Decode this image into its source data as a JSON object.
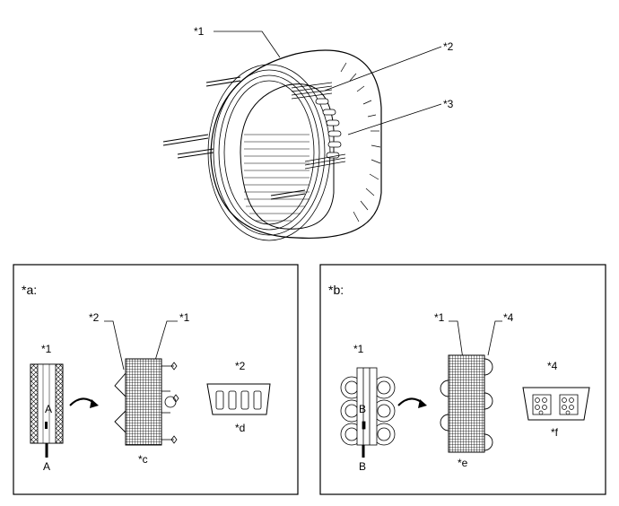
{
  "top_view": {
    "callouts": [
      "*1",
      "*2",
      "*3"
    ]
  },
  "panel_a": {
    "title": "*a:",
    "part_label": "*1",
    "section_letter": "A",
    "section_marker": "A",
    "middle_label_left": "*2",
    "middle_label_right": "*1",
    "middle_caption": "*c",
    "right_label": "*2",
    "right_caption": "*d"
  },
  "panel_b": {
    "title": "*b:",
    "part_label": "*1",
    "section_letter": "B",
    "section_marker": "B",
    "middle_label_left": "*1",
    "middle_label_right": "*4",
    "middle_caption": "*e",
    "right_label": "*4",
    "right_caption": "*f"
  }
}
